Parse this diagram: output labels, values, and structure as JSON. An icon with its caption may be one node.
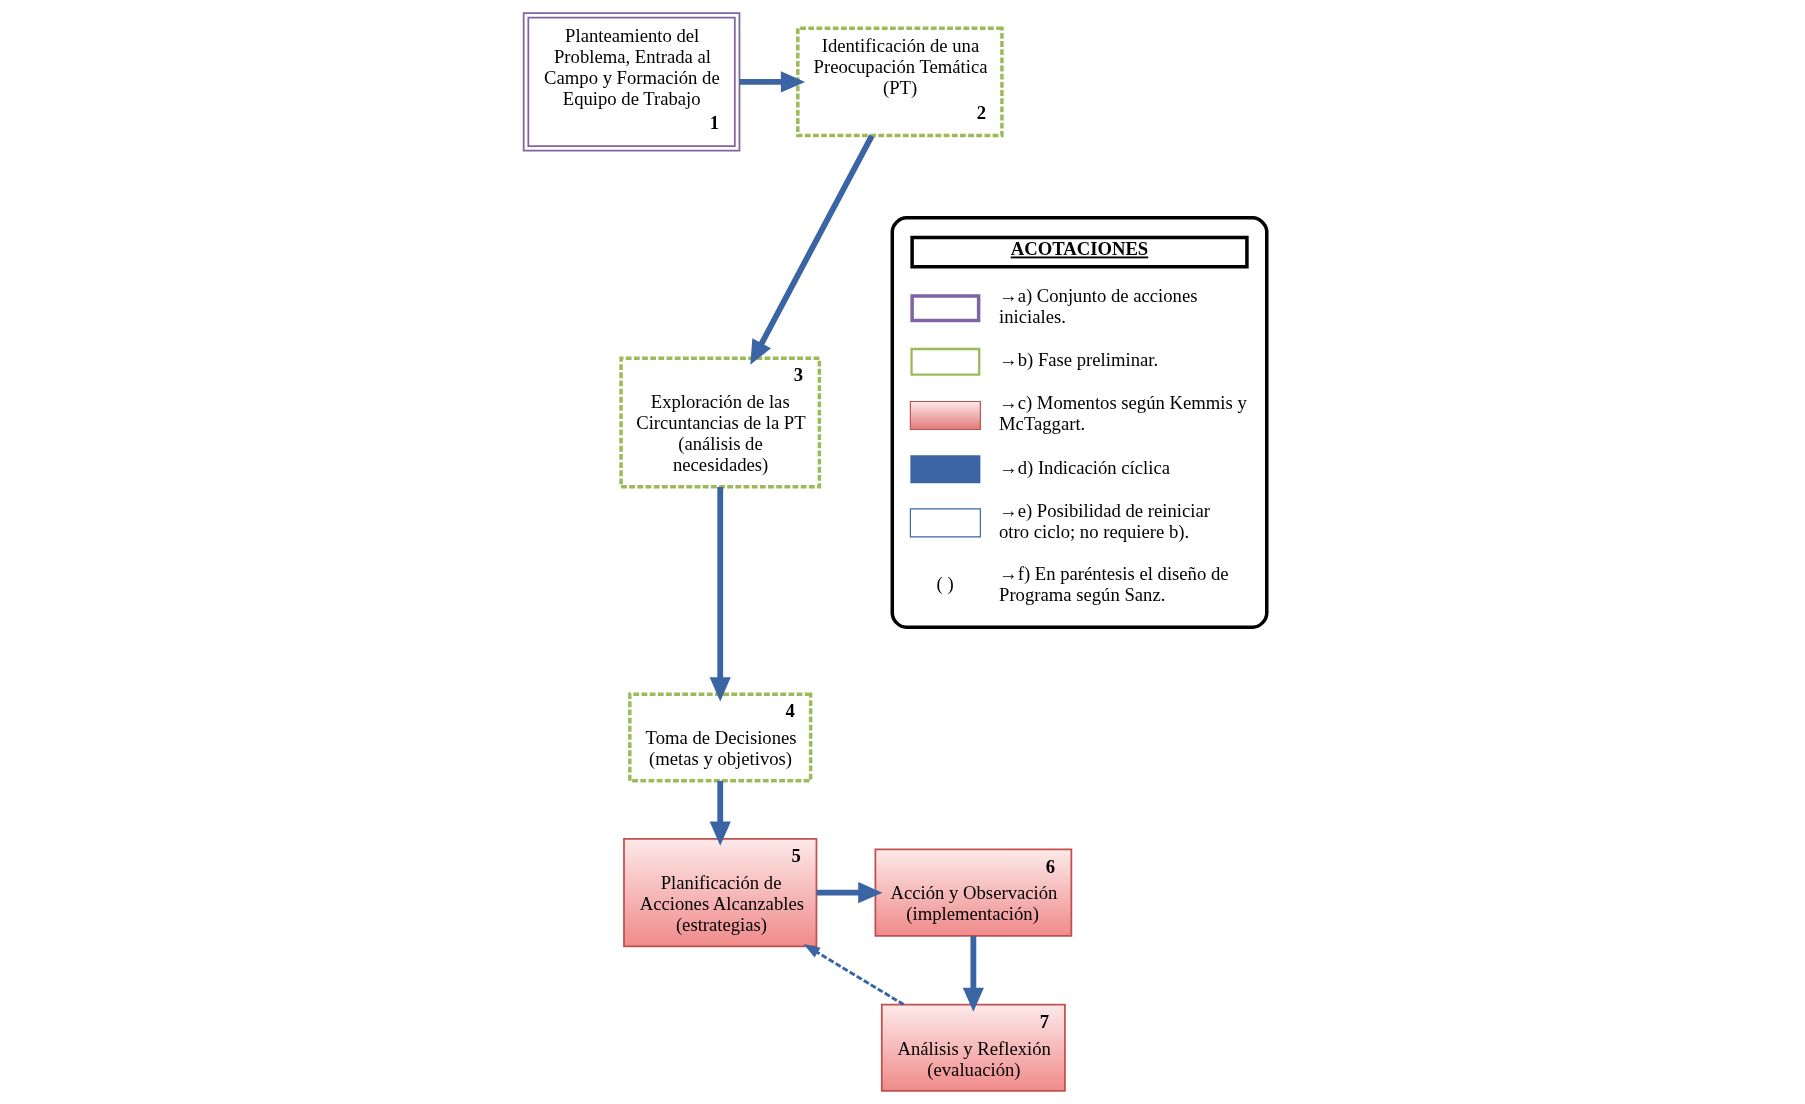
{
  "diagram": {
    "nodes": [
      {
        "text": [
          "Planteamiento del Problema, Entrada al Campo y Formación de Equipo de Trabajo",
          "1"
        ]
      },
      {
        "text": [
          "Identificación de una Preocupación Temática (PT)",
          "2"
        ]
      },
      {
        "text": [
          "3",
          "Exploración de las Circuntancias de la PT (análisis de necesidades)"
        ]
      },
      {
        "text": [
          "4",
          "Toma de Decisiones (metas y objetivos)"
        ]
      },
      {
        "text": [
          "5",
          "Planificación de Acciones Alcanzables (estrategias)"
        ]
      },
      {
        "text": [
          "6",
          "Acción y Observación (implementación)"
        ]
      },
      {
        "text": [
          "7",
          "Análisis y Reflexión (evaluación)"
        ]
      }
    ],
    "edges": [
      {
        "from": 0,
        "to": 1,
        "arrow": "to"
      },
      {
        "from": 1,
        "to": 2,
        "arrow": "to"
      },
      {
        "from": 2,
        "to": 3,
        "arrow": "to"
      },
      {
        "from": 3,
        "to": 4,
        "arrow": "to"
      },
      {
        "from": 4,
        "to": 5,
        "arrow": "to"
      },
      {
        "from": 5,
        "to": 6,
        "arrow": "to"
      },
      {
        "from": 6,
        "to": 4,
        "arrow": "to",
        "style": "dashed"
      }
    ],
    "labels": [
      "ACOTACIONES",
      "( )"
    ],
    "legend": [
      {
        "text": "→a) Conjunto de acciones iniciales."
      },
      {
        "text": "→b) Fase preliminar."
      },
      {
        "text": "→c) Momentos según Kemmis y McTaggart."
      },
      {
        "text": "→d) Indicación cíclica"
      },
      {
        "text": "→e) Posibilidad de reiniciar otro ciclo; no requiere b)."
      },
      {
        "text": "→f) En paréntesis el diseño de Programa según Sanz."
      }
    ]
  }
}
